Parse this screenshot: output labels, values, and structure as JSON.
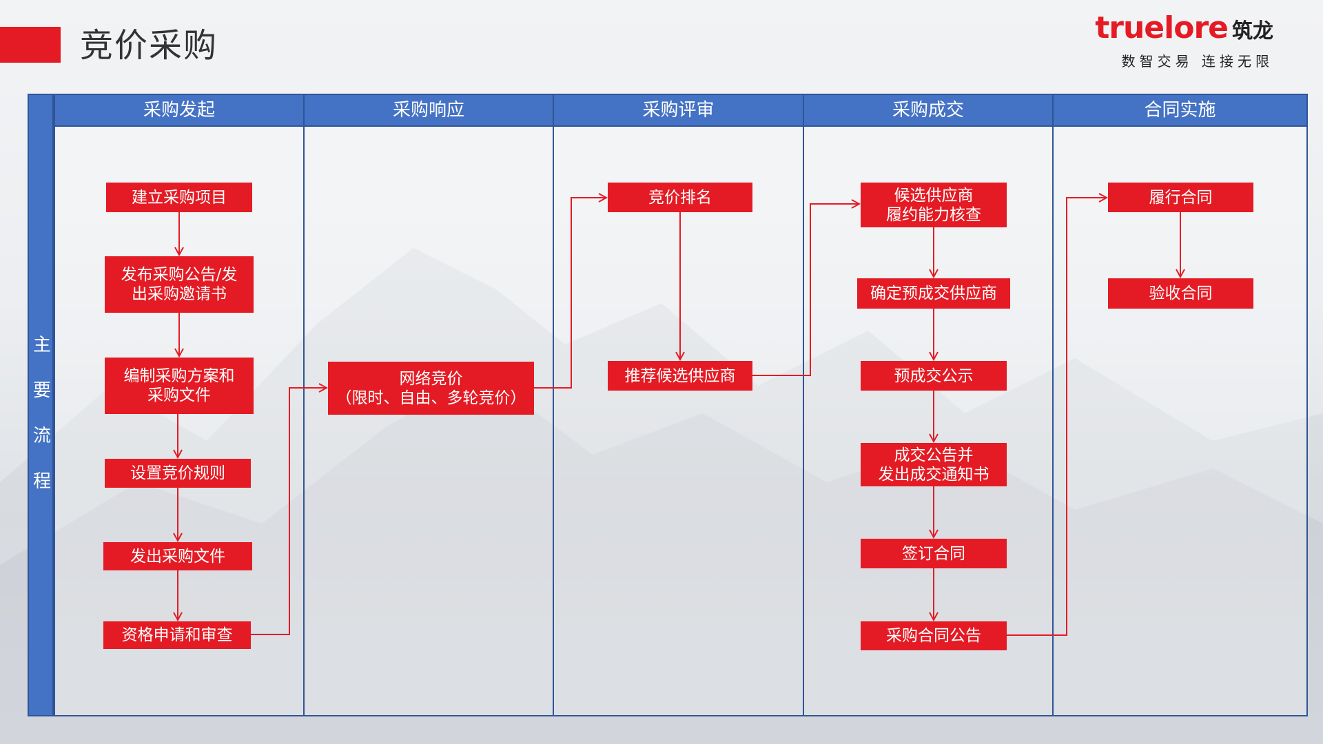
{
  "page": {
    "title": "竞价采购"
  },
  "logo": {
    "brand": "truelore",
    "brand_cn": "筑龙",
    "tagline": "数智交易 连接无限"
  },
  "side_label": [
    "主",
    "要",
    "流",
    "程"
  ],
  "lanes": [
    "采购发起",
    "采购响应",
    "采购评审",
    "采购成交",
    "合同实施"
  ],
  "steps": {
    "s1": "建立采购项目",
    "s2": "发布采购公告/发\n出采购邀请书",
    "s3": "编制采购方案和\n采购文件",
    "s4": "设置竞价规则",
    "s5": "发出采购文件",
    "s6": "资格申请和审查",
    "r1": "网络竞价\n（限时、自由、多轮竞价）",
    "e1": "竞价排名",
    "e2": "推荐候选供应商",
    "d1": "候选供应商\n履约能力核查",
    "d2": "确定预成交供应商",
    "d3": "预成交公示",
    "d4": "成交公告并\n发出成交通知书",
    "d5": "签订合同",
    "d6": "采购合同公告",
    "c1": "履行合同",
    "c2": "验收合同"
  },
  "colors": {
    "accent": "#e41b24",
    "lane_blue": "#4472c4",
    "lane_border": "#2f5597"
  }
}
